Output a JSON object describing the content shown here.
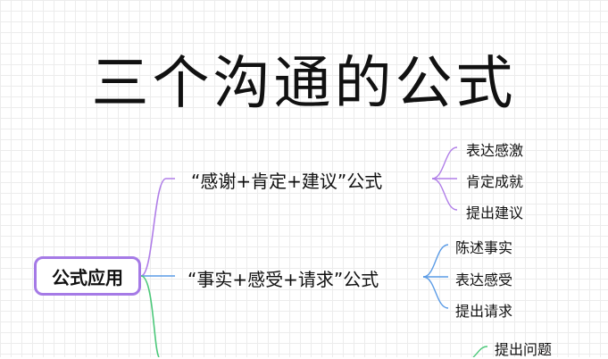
{
  "title": "三个沟通的公式",
  "root": {
    "label": "公式应用"
  },
  "branches": [
    {
      "label": "“感谢+肯定+建议”公式",
      "color": "#b07ee8",
      "children": [
        "表达感激",
        "肯定成就",
        "提出建议"
      ]
    },
    {
      "label": "“事实+感受+请求”公式",
      "color": "#5a9be6",
      "children": [
        "陈述事实",
        "表达感受",
        "提出请求"
      ]
    },
    {
      "label": "",
      "color": "#4cc87a",
      "children": [
        "提出问题"
      ]
    }
  ],
  "colors": {
    "root_border": "#a57ae6",
    "branch1": "#b07ee8",
    "branch2": "#5a9be6",
    "branch3": "#4cc87a"
  }
}
